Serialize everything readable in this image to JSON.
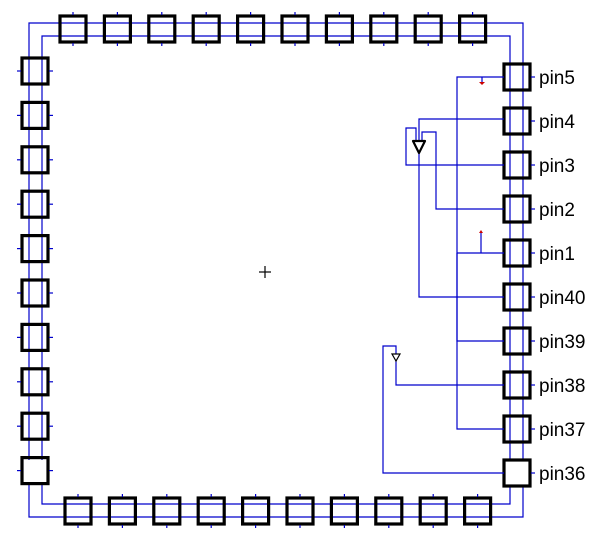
{
  "diagram": {
    "type": "ic-package-schematic",
    "colors": {
      "pad_outline": "#000000",
      "wire": "#0000cc",
      "marker": "#cc0000",
      "background": "#ffffff"
    },
    "top_row_pad_count": 10,
    "left_column_pad_count": 10,
    "bottom_row_pad_count": 10,
    "right_column_pins": [
      {
        "label": "pin5"
      },
      {
        "label": "pin4"
      },
      {
        "label": "pin3"
      },
      {
        "label": "pin2"
      },
      {
        "label": "pin1"
      },
      {
        "label": "pin40"
      },
      {
        "label": "pin39"
      },
      {
        "label": "pin38"
      },
      {
        "label": "pin37"
      },
      {
        "label": "pin36"
      }
    ],
    "components": [
      {
        "name": "buffer-triangle-large",
        "near": "pin4/pin3"
      },
      {
        "name": "buffer-triangle-small",
        "near": "pin38"
      }
    ],
    "markers": [
      {
        "name": "red-marker",
        "near": "pin5"
      },
      {
        "name": "red-marker",
        "near": "pin1"
      }
    ],
    "center_symbol": "origin-crosshair"
  }
}
